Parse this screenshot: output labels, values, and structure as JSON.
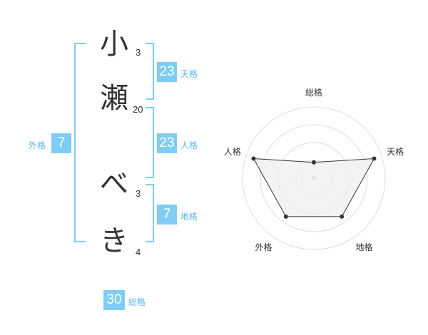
{
  "name_chars": [
    {
      "char": "小",
      "strokes": "3"
    },
    {
      "char": "瀬",
      "strokes": "20"
    },
    {
      "char": "べ",
      "strokes": "3"
    },
    {
      "char": "き",
      "strokes": "4"
    }
  ],
  "fortunes": {
    "tenkaku": {
      "value": "23",
      "label": "天格"
    },
    "jinkaku": {
      "value": "23",
      "label": "人格"
    },
    "chikaku": {
      "value": "7",
      "label": "地格"
    },
    "gaikaku": {
      "value": "7",
      "label": "外格"
    },
    "soukaku": {
      "value": "30",
      "label": "総格"
    }
  },
  "chart_data": {
    "type": "radar",
    "axes": [
      "総格",
      "天格",
      "地格",
      "外格",
      "人格"
    ],
    "rings": 4,
    "values": [
      1,
      4,
      3,
      3,
      4
    ],
    "max": 4.5,
    "colors": {
      "fill": "#efefef",
      "line": "#333333",
      "grid": "#dddddd",
      "accent": "#7fcdf5"
    }
  }
}
